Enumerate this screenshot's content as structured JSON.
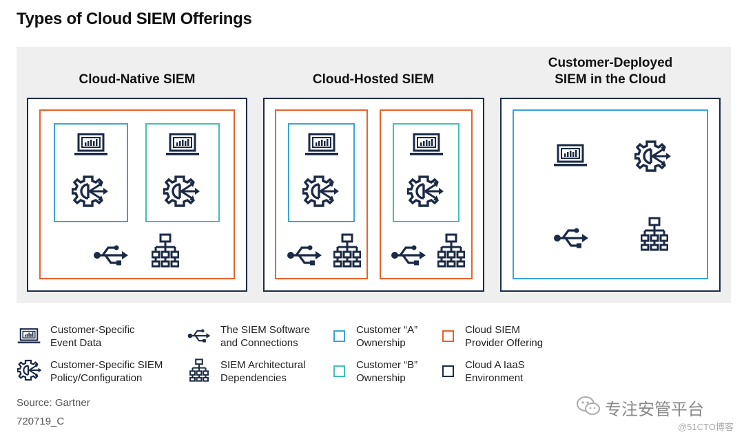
{
  "title": "Types of Cloud SIEM Offerings",
  "columns": [
    {
      "title": "Cloud-Native SIEM"
    },
    {
      "title": "Cloud-Hosted SIEM"
    },
    {
      "title": "Customer-Deployed\nSIEM in the Cloud"
    }
  ],
  "legend": [
    {
      "icon": "laptop-chart-icon",
      "label": "Customer-Specific\nEvent Data"
    },
    {
      "icon": "gear-arrows-icon",
      "label": "Customer-Specific SIEM\nPolicy/Configuration"
    },
    {
      "icon": "usb-icon",
      "label": "The SIEM Software\nand Connections"
    },
    {
      "icon": "hierarchy-icon",
      "label": "SIEM Architectural\nDependencies"
    },
    {
      "swatch": "#3aa3d8",
      "label": "Customer “A”\nOwnership"
    },
    {
      "swatch": "#3fc1b2",
      "label": "Customer “B”\nOwnership"
    },
    {
      "swatch": "#e8622c",
      "label": "Cloud SIEM\nProvider Offering"
    },
    {
      "swatch": "#1b2a45",
      "label": "Cloud A IaaS\nEnvironment"
    }
  ],
  "source": "Source: Gartner",
  "code": "720719_C",
  "watermark": {
    "account": "专注安管平台",
    "site": "@51CTO博客"
  },
  "colors": {
    "navy": "#1b2a45",
    "orange": "#e8622c",
    "blue": "#3aa3d8",
    "teal": "#3fc1b2"
  }
}
